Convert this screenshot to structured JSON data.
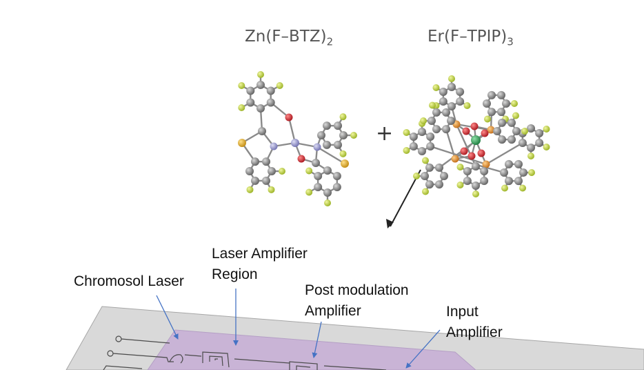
{
  "molecules": {
    "left": {
      "name": "Zn(F–BTZ)",
      "subscript": "2"
    },
    "right": {
      "name": "Er(F–TPIP)",
      "subscript": "3"
    },
    "operator": "+"
  },
  "labels": {
    "chromosol_laser": "Chromosol Laser",
    "laser_amplifier_line1": "Laser Amplifier",
    "laser_amplifier_line2": "Region",
    "post_modulation_line1": "Post modulation",
    "post_modulation_line2": "Amplifier",
    "input_amplifier_line1": "Input",
    "input_amplifier_line2": "Amplifier"
  },
  "colors": {
    "carbon": "#7d7d7d",
    "fluorine": "#c2d82e",
    "oxygen": "#d01f27",
    "nitrogen": "#8e8ec8",
    "sulfur": "#e3b12a",
    "zinc": "#9a9ad0",
    "erbium": "#2e9e57",
    "phosphorus": "#e89a3c",
    "chip_surface": "#d9d9d9",
    "chromosol_film": "#c9b3d6",
    "annotation_arrow": "#4472c4"
  }
}
